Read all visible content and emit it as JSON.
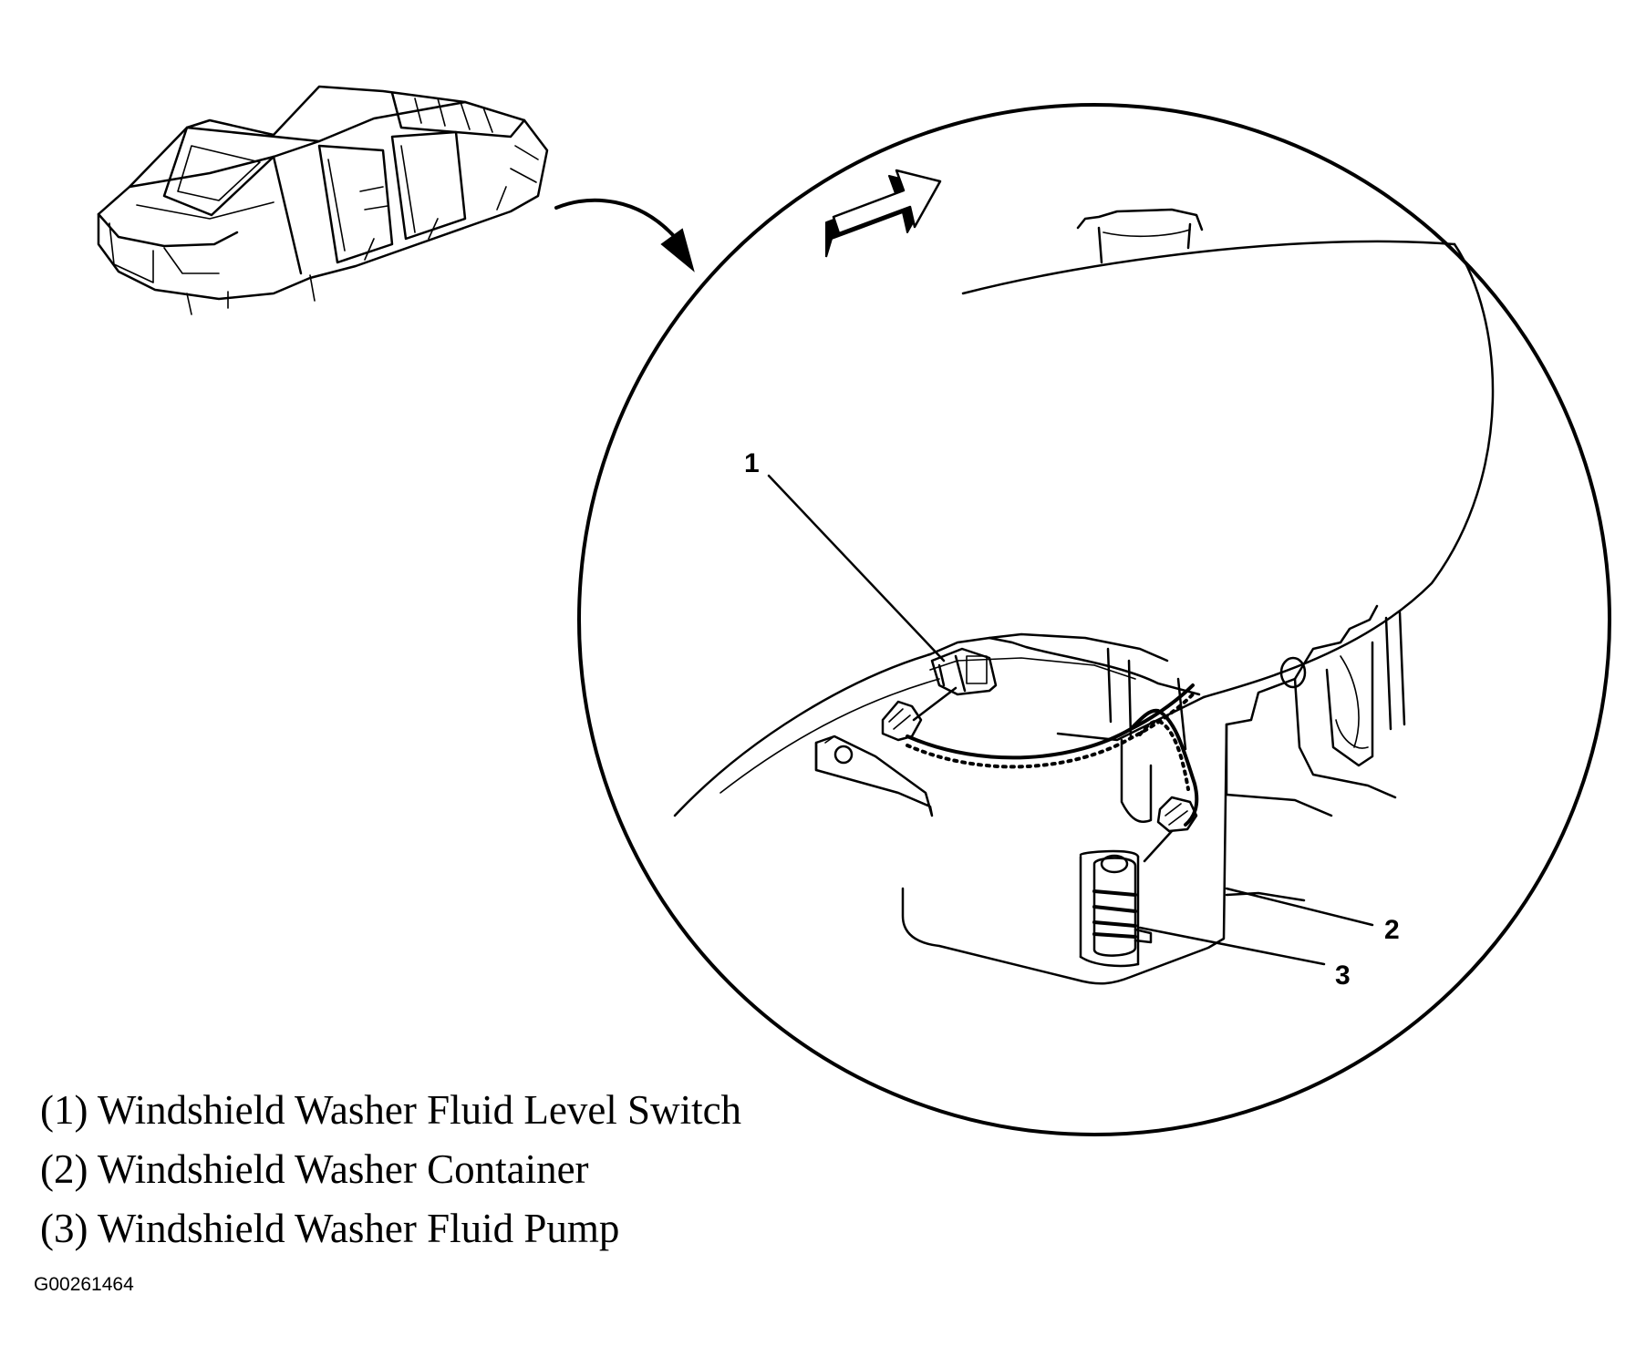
{
  "callouts": {
    "c1": "1",
    "c2": "2",
    "c3": "3"
  },
  "legend": {
    "items": [
      {
        "number": "(1)",
        "text": "Windshield Washer Fluid Level Switch"
      },
      {
        "number": "(2)",
        "text": "Windshield Washer Container"
      },
      {
        "number": "(3)",
        "text": "Windshield Washer Fluid Pump"
      }
    ]
  },
  "figure_id": "G00261464"
}
